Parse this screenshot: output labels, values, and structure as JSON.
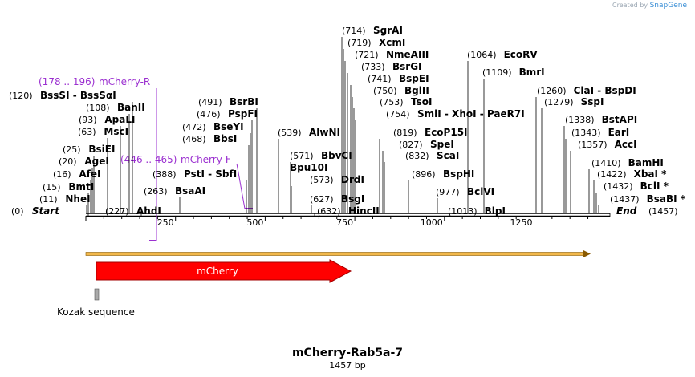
{
  "credit": {
    "prefix": "Created by",
    "brand": "SnapGene"
  },
  "title": "mCherry-Rab5a-7",
  "subtitle": "1457 bp",
  "sequence_length": 1457,
  "ticks": [
    "250",
    "500",
    "750",
    "1000",
    "1250"
  ],
  "colors": {
    "primer": "#9b30d0",
    "feature": "#ff0000",
    "orf": "#f2b84b",
    "misc": "#aaaaaa"
  },
  "enzymes": [
    {
      "pos": "(0)",
      "name": "Start"
    },
    {
      "pos": "(11)",
      "name": "NheI"
    },
    {
      "pos": "(15)",
      "name": "BmtI"
    },
    {
      "pos": "(16)",
      "name": "AfeI"
    },
    {
      "pos": "(20)",
      "name": "AgeI"
    },
    {
      "pos": "(25)",
      "name": "BsiEI"
    },
    {
      "pos": "(63)",
      "name": "MscI"
    },
    {
      "pos": "(93)",
      "name": "ApaLI"
    },
    {
      "pos": "(108)",
      "name": "BanII"
    },
    {
      "pos": "(120)",
      "name": "BssSI - BssSαI"
    },
    {
      "pos": "(227)",
      "name": "AhdI"
    },
    {
      "pos": "(263)",
      "name": "BsaAI"
    },
    {
      "pos": "(388)",
      "name": "PstI - SbfI"
    },
    {
      "pos": "(468)",
      "name": "BbsI"
    },
    {
      "pos": "(472)",
      "name": "BseYI"
    },
    {
      "pos": "(476)",
      "name": "PspFI"
    },
    {
      "pos": "(491)",
      "name": "BsrBI"
    },
    {
      "pos": "(539)",
      "name": "AlwNI"
    },
    {
      "pos": "(571)",
      "name": "BbvCI"
    },
    {
      "pos": "Bpu10I",
      "name": ""
    },
    {
      "pos": "(573)",
      "name": "DrdI"
    },
    {
      "pos": "(627)",
      "name": "BsgI"
    },
    {
      "pos": "(632)",
      "name": "HincII"
    },
    {
      "pos": "(714)",
      "name": "SgrAI"
    },
    {
      "pos": "(719)",
      "name": "XcmI"
    },
    {
      "pos": "(721)",
      "name": "NmeAIII"
    },
    {
      "pos": "(733)",
      "name": "BsrGI"
    },
    {
      "pos": "(741)",
      "name": "BspEI"
    },
    {
      "pos": "(750)",
      "name": "BglII"
    },
    {
      "pos": "(753)",
      "name": "TsoI"
    },
    {
      "pos": "(754)",
      "name": "SmlI - XhoI - PaeR7I"
    },
    {
      "pos": "(819)",
      "name": "EcoP15I"
    },
    {
      "pos": "(827)",
      "name": "SpeI"
    },
    {
      "pos": "(832)",
      "name": "ScaI"
    },
    {
      "pos": "(896)",
      "name": "BspHI"
    },
    {
      "pos": "(977)",
      "name": "BclVI"
    },
    {
      "pos": "(1013)",
      "name": "BlpI"
    },
    {
      "pos": "(1064)",
      "name": "EcoRV"
    },
    {
      "pos": "(1109)",
      "name": "BmrI"
    },
    {
      "pos": "(1260)",
      "name": "ClaI - BspDI"
    },
    {
      "pos": "(1279)",
      "name": "SspI"
    },
    {
      "pos": "(1338)",
      "name": "BstAPI"
    },
    {
      "pos": "(1343)",
      "name": "EarI"
    },
    {
      "pos": "(1357)",
      "name": "AccI"
    },
    {
      "pos": "(1410)",
      "name": "BamHI"
    },
    {
      "pos": "(1422)",
      "name": "XbaI *"
    },
    {
      "pos": "(1432)",
      "name": "BclI *"
    },
    {
      "pos": "(1437)",
      "name": "BsaBI *"
    },
    {
      "pos": "(1457)",
      "name": "End"
    }
  ],
  "primers": [
    {
      "range": "(178 .. 196)",
      "name": "mCherry-R"
    },
    {
      "range": "(446 .. 465)",
      "name": "mCherry-F"
    }
  ],
  "features": [
    {
      "name": "mCherry",
      "type": "CDS",
      "direction": "forward"
    },
    {
      "name": "Kozak sequence",
      "type": "misc"
    }
  ]
}
